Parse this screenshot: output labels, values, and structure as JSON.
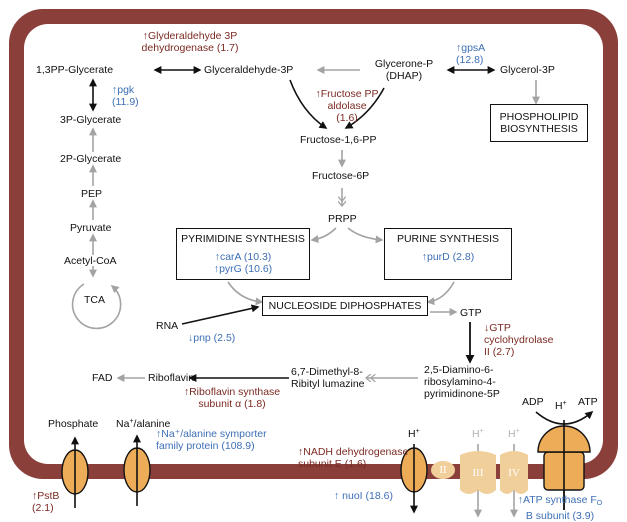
{
  "metabolites": {
    "bpg": "1,3PP-Glycerate",
    "gap": "Glyceraldehyde-3P",
    "dhap": "Glycerone-P\n(DHAP)",
    "g3p": "Glycerol-3P",
    "pg3": "3P-Glycerate",
    "pg2": "2P-Glycerate",
    "pep": "PEP",
    "pyruvate": "Pyruvate",
    "acetylcoa": "Acetyl-CoA",
    "tca": "TCA",
    "fbp": "Fructose-1,6-PP",
    "f6p": "Fructose-6P",
    "prpp": "PRPP",
    "rna": "RNA",
    "gtp": "GTP",
    "diamino": "2,5-Diamino-6-\nribosylamino-4-\npyrimidinone-5P",
    "lumazine": "6,7-Dimethyl-8-\nRibityl lumazine",
    "riboflavin": "Riboflavin",
    "fad": "FAD",
    "phosphate": "Phosphate",
    "na_prefix": "Na",
    "na_suffix": "/alanine",
    "plus": "+",
    "h": "H",
    "adp": "ADP",
    "atp": "ATP"
  },
  "boxes": {
    "phospholipid": "PHOSPHOLIPID\nBIOSYNTHESIS",
    "pyrimidine": "PYRIMIDINE SYNTHESIS",
    "pyrimidine_genes": "↑carA (10.3)\n↑pyrG (10.6)",
    "purine": "PURINE SYNTHESIS",
    "purine_genes": "↑purD (2.8)",
    "nucleoside": "NUCLEOSIDE DIPHOSPHATES"
  },
  "annotations": {
    "gapdh": "↑Glyderaldehyde 3P\ndehydrogenase (1.7)",
    "gpsA": "↑gpsA\n(12.8)",
    "pgk": "↑pgk\n(11.9)",
    "aldolase": "↑Fructose PP\naldolase\n(1.6)",
    "pnp": "↓pnp (2.5)",
    "gtp_cyclo": "↓GTP\ncyclohydrolase\nII (2.7)",
    "riboflavin_synth": "↑Riboflavin synthase\nsubunit α (1.8)",
    "symporter": "↑Na⁺/alanine symporter\nfamily protein (108.9)",
    "nadh": "↑NADH dehydrogenase\nsubunit E (1.6)",
    "nuoI": "↑ nuoI (18.6)",
    "pstB": "↑PstB\n(2.1)",
    "atp_prefix": "↑ATP synthase F",
    "atp_sub": "O",
    "atp_suffix": "\nB subunit (3.9)"
  },
  "complexes": {
    "c2": "II",
    "c3": "III",
    "c4": "IV"
  },
  "colors": {
    "membrane": "#8a3f3b",
    "membrane_inner": "#ffffff",
    "arrow_black": "#111111",
    "arrow_gray": "#a3a3a3",
    "transporter": "#ecac58",
    "complex_pale": "#f1cf9b",
    "annot_red": "#7b2a22",
    "annot_blue": "#3d6fb6"
  }
}
